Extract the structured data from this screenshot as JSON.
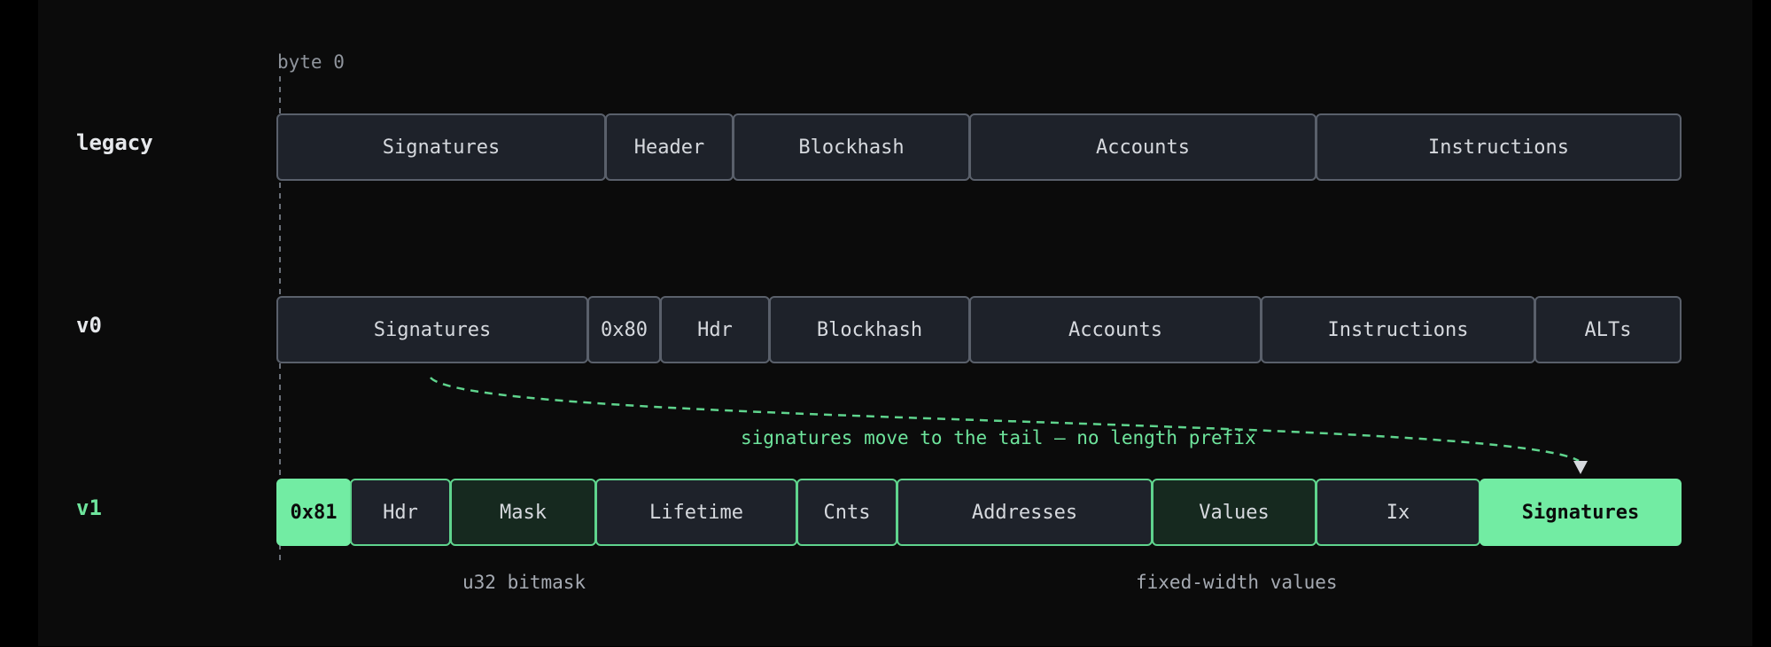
{
  "origin_label": "byte 0",
  "rows": {
    "legacy": {
      "label": "legacy",
      "segments": [
        "Signatures",
        "Header",
        "Blockhash",
        "Accounts",
        "Instructions"
      ]
    },
    "v0": {
      "label": "v0",
      "segments": [
        "Signatures",
        "0x80",
        "Hdr",
        "Blockhash",
        "Accounts",
        "Instructions",
        "ALTs"
      ]
    },
    "v1": {
      "label": "v1",
      "segments": [
        "0x81",
        "Hdr",
        "Mask",
        "Lifetime",
        "Cnts",
        "Addresses",
        "Values",
        "Ix",
        "Signatures"
      ]
    }
  },
  "move_note": "signatures move to the tail — no length prefix",
  "annotations": {
    "mask": "u32 bitmask",
    "values": "fixed-width values"
  },
  "colors": {
    "background": "#0b0b0b",
    "segment_fill": "#1e222a",
    "segment_border": "#5a606b",
    "accent_green": "#6ee49c",
    "highlight_fill": "#72eca3"
  }
}
